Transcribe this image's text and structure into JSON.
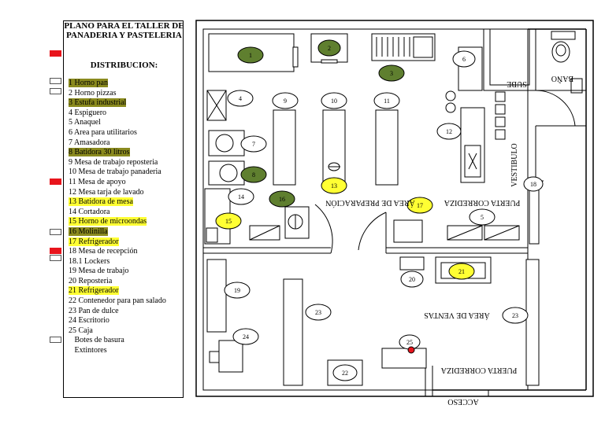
{
  "legend": {
    "title": "PLANO PARA EL TALLER DE PANADERIA Y PASTELERIA",
    "subtitle": "DISTRIBUCION:",
    "items": [
      {
        "text": "1 Horno pan",
        "highlight": "olive"
      },
      {
        "text": "2 Horno pizzas",
        "highlight": "none"
      },
      {
        "text": "3 Estufa industrial",
        "highlight": "olive"
      },
      {
        "text": "4 Espiguero",
        "highlight": "none"
      },
      {
        "text": "5 Anaquel",
        "highlight": "none"
      },
      {
        "text": "6 Area para utilitarios",
        "highlight": "none"
      },
      {
        "text": "7 Amasadora",
        "highlight": "none"
      },
      {
        "text": "8 Batidora 30 litros",
        "highlight": "olive"
      },
      {
        "text": "9 Mesa de trabajo reposteria",
        "highlight": "none"
      },
      {
        "text": "10 Mesa de trabajo panaderia",
        "highlight": "none"
      },
      {
        "text": "11 Mesa de apoyo",
        "highlight": "none"
      },
      {
        "text": "12 Mesa tarja de lavado",
        "highlight": "none"
      },
      {
        "text": "13 Batidora de mesa",
        "highlight": "yellow"
      },
      {
        "text": "14 Cortadora",
        "highlight": "none"
      },
      {
        "text": "15 Horno de microondas",
        "highlight": "yellow"
      },
      {
        "text": "16 Molinilla",
        "highlight": "olive"
      },
      {
        "text": "17 Refrigerador",
        "highlight": "yellow"
      },
      {
        "text": "18 Mesa de recepción",
        "highlight": "none"
      },
      {
        "text": "18.1 Lockers",
        "highlight": "none"
      },
      {
        "text": "19 Mesa de trabajo",
        "highlight": "none"
      },
      {
        "text": "20 Reposteria",
        "highlight": "none"
      },
      {
        "text": "21 Refrigerador",
        "highlight": "yellow"
      },
      {
        "text": "22 Contenedor para pan salado",
        "highlight": "none"
      },
      {
        "text": "23 Pan de dulce",
        "highlight": "none"
      },
      {
        "text": "24 Escritorio",
        "highlight": "none"
      },
      {
        "text": "25 Caja",
        "highlight": "none"
      },
      {
        "text": "   Botes de basura",
        "highlight": "none"
      },
      {
        "text": "   Extintores",
        "highlight": "none"
      }
    ]
  },
  "plan": {
    "labels": {
      "sube": "SUBE",
      "bano": "BAÑO",
      "vestibulo": "VESTIBULO",
      "area_preparacion": "ÁREA DE PREPARACIÓN",
      "puerta_corrediza_top": "PUERTA CORREDIZA",
      "area_ventas": "ÁREA DE VENTAS",
      "puerta_corrediza_bottom": "PUERTA CORREDIZA",
      "acceso": "ACCESO"
    },
    "markers": [
      "1",
      "2",
      "3",
      "4",
      "5",
      "6",
      "7",
      "8",
      "9",
      "10",
      "11",
      "12",
      "13",
      "14",
      "15",
      "16",
      "17",
      "18",
      "19",
      "20",
      "21",
      "22",
      "23",
      "23",
      "24",
      "25"
    ]
  },
  "colors": {
    "olive": "#5f7f2f",
    "olive_highlight": "#8a8a1e",
    "yellow": "#ffff33",
    "red": "#e8141c"
  }
}
